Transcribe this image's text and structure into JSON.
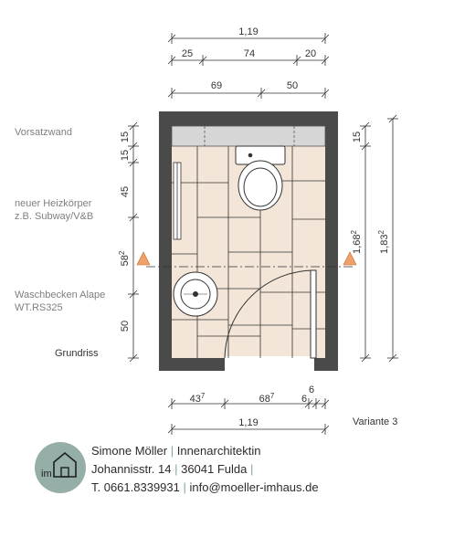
{
  "labels": {
    "vorsatzwand": "Vorsatzwand",
    "heizkoerper_line1": "neuer Heizkörper",
    "heizkoerper_line2": "z.B. Subway/V&B",
    "waschbecken_line1": "Waschbecken Alape",
    "waschbecken_line2": "WT.RS325",
    "grundriss": "Grundriss",
    "variante": "Variante 3"
  },
  "dimensions": {
    "top_total": "1,19",
    "top_segments": [
      "25",
      "74",
      "20"
    ],
    "top_split": [
      "69",
      "50"
    ],
    "left_15a": "15",
    "left_15b": "15",
    "left_45": "45",
    "left_58_main": "58",
    "left_58_sup": "2",
    "left_50": "50",
    "right_15": "15",
    "right_168_main": "1,68",
    "right_168_sup": "2",
    "right_183_main": "1,83",
    "right_183_sup": "2",
    "bottom_43_main": "43",
    "bottom_43_sup": "7",
    "bottom_68_main": "68",
    "bottom_68_sup": "7",
    "bottom_6a": "6",
    "bottom_6b": "6",
    "bottom_total": "1,19"
  },
  "footer": {
    "name": "Simone Möller",
    "title": "Innenarchitektin",
    "street": "Johannisstr. 14",
    "city": "36041 Fulda",
    "phone": "T. 0661.8339931",
    "email": "info@moeller-imhaus.de",
    "logo_text": "im"
  },
  "colors": {
    "wall": "#4a4a4a",
    "floor_tile": "#f3e6d8",
    "vorsatzwand": "#d6d6d6",
    "accent": "#95aea8",
    "marker": "#f0a06a"
  }
}
